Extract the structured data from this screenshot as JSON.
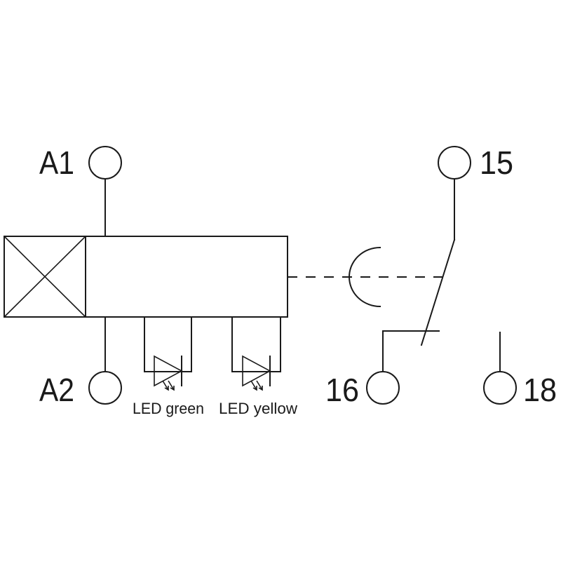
{
  "terminals": {
    "a1": "A1",
    "a2": "A2",
    "t15": "15",
    "t16": "16",
    "t18": "18"
  },
  "leds": {
    "green_label": "LED green",
    "yellow_label": "LED yellow"
  },
  "colors": {
    "line": "#1a1a1a",
    "background": "#ffffff"
  }
}
